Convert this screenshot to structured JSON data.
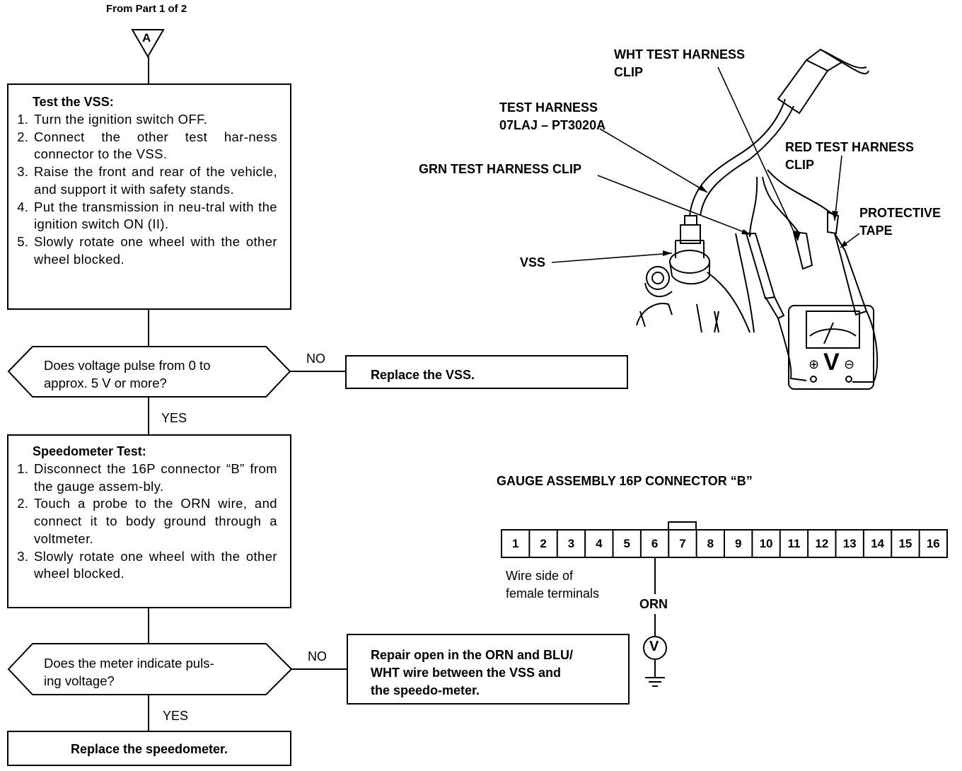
{
  "header": {
    "from_part": "From Part 1 of 2",
    "connector_letter": "A"
  },
  "test_vss": {
    "title": "Test the VSS:",
    "steps": [
      "Turn the ignition switch OFF.",
      "Connect the other test har-ness connector to the VSS.",
      "Raise the front and rear of the vehicle, and support it with safety stands.",
      "Put the transmission in neu-tral with the ignition switch ON (II).",
      "Slowly rotate one wheel with the other wheel blocked."
    ]
  },
  "decision1": {
    "question_line1": "Does voltage pulse from 0 to",
    "question_line2": "approx. 5 V or more?",
    "no_label": "NO",
    "yes_label": "YES",
    "no_action": "Replace the VSS."
  },
  "speedometer_test": {
    "title": "Speedometer Test:",
    "steps": [
      "Disconnect the 16P connector “B” from the gauge assem-bly.",
      "Touch a probe to the ORN wire, and connect it to body ground through a voltmeter.",
      "Slowly rotate one wheel with the other wheel blocked."
    ]
  },
  "decision2": {
    "question_line1": "Does the meter indicate puls-",
    "question_line2": "ing voltage?",
    "no_label": "NO",
    "yes_label": "YES",
    "no_action_line1": "Repair open in the ORN and BLU/",
    "no_action_line2": "WHT wire between the VSS and",
    "no_action_line3": "the speedo-meter."
  },
  "final_action": "Replace the speedometer.",
  "illustration": {
    "wht_clip_line1": "WHT TEST HARNESS",
    "wht_clip_line2": "CLIP",
    "test_harness_line1": "TEST HARNESS",
    "test_harness_line2": "07LAJ – PT3020A",
    "red_clip_line1": "RED TEST HARNESS",
    "red_clip_line2": "CLIP",
    "grn_clip": "GRN TEST HARNESS CLIP",
    "protective_tape_line1": "PROTECTIVE",
    "protective_tape_line2": "TAPE",
    "vss": "VSS",
    "meter_symbol": "V",
    "meter_plus": "⊕",
    "meter_minus": "⊖"
  },
  "connector": {
    "title": "GAUGE ASSEMBLY 16P CONNECTOR “B”",
    "pins": [
      "1",
      "2",
      "3",
      "4",
      "5",
      "6",
      "7",
      "8",
      "9",
      "10",
      "11",
      "12",
      "13",
      "14",
      "15",
      "16"
    ],
    "note_line1": "Wire side of",
    "note_line2": "female terminals",
    "wire_color": "ORN",
    "meter_symbol": "V"
  }
}
